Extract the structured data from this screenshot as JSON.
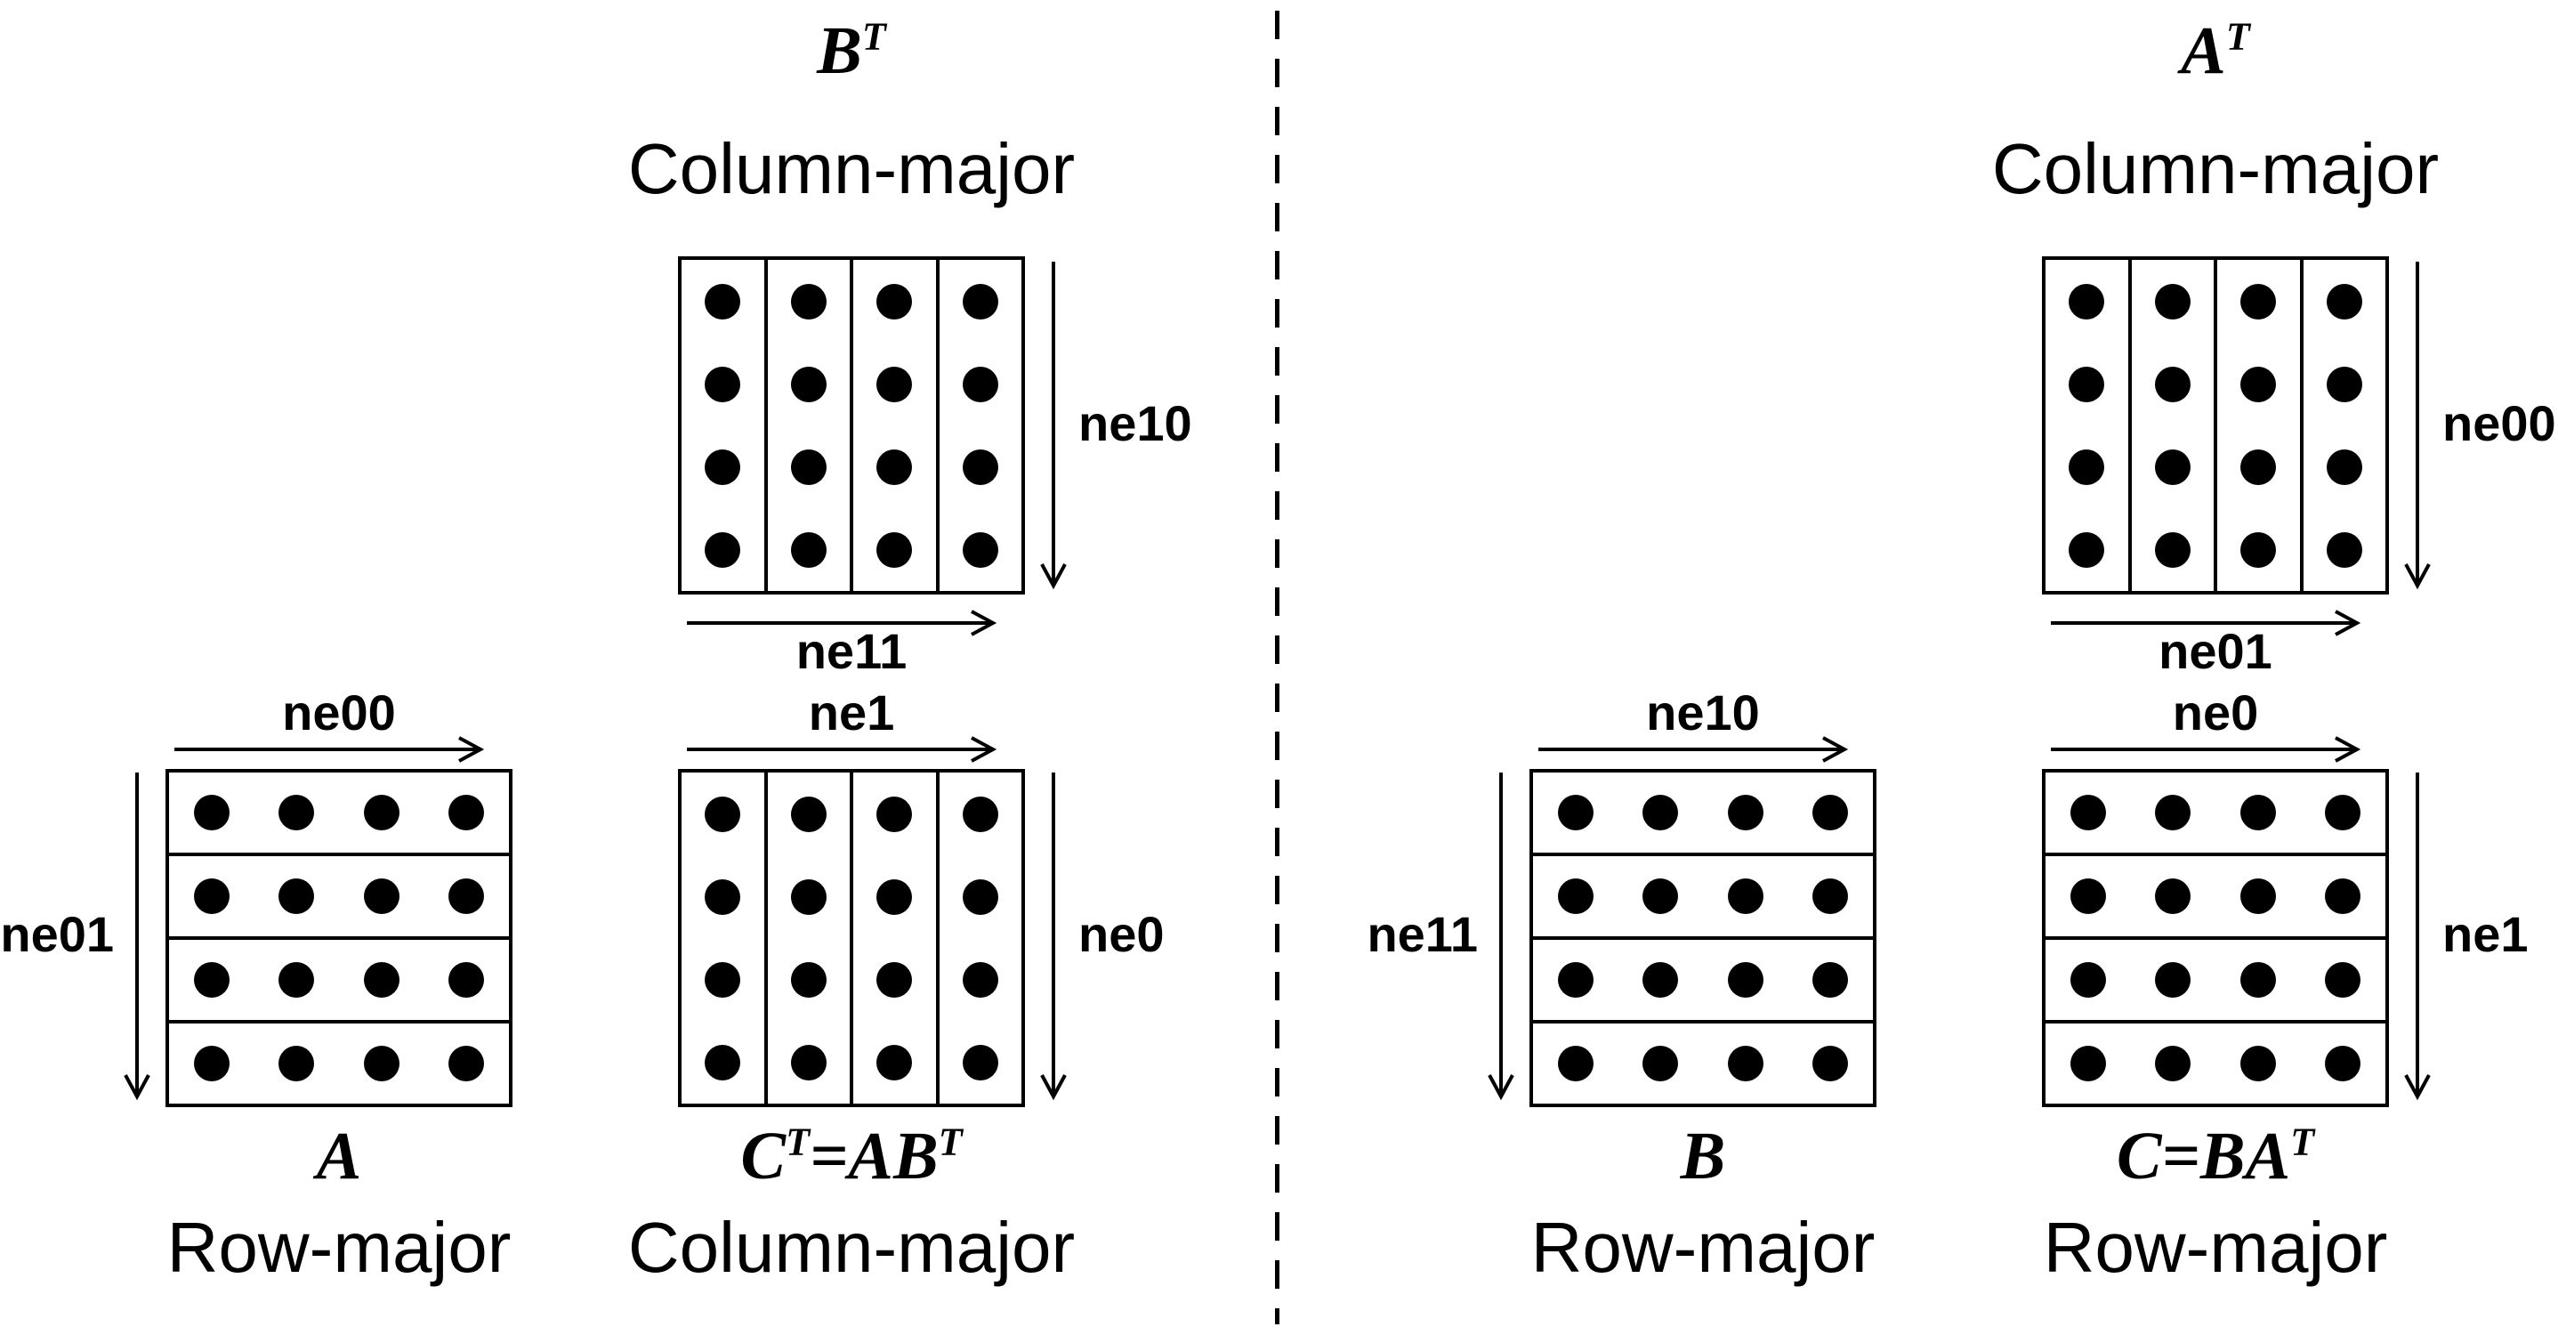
{
  "colors": {
    "ink": "#000000",
    "background": "#ffffff"
  },
  "left_panel": {
    "bt": {
      "title": [
        {
          "text": "B"
        },
        {
          "text": "T",
          "sup": true
        }
      ],
      "subtitle": "Column-major",
      "orientation": "column",
      "rows": 4,
      "cols": 4,
      "axis_right": "ne10",
      "axis_bottom": "ne11"
    },
    "a": {
      "title": [
        {
          "text": "A"
        }
      ],
      "subtitle": "Row-major",
      "orientation": "row",
      "rows": 4,
      "cols": 4,
      "axis_top": "ne00",
      "axis_left": "ne01"
    },
    "ct": {
      "title": [
        {
          "text": "C"
        },
        {
          "text": "T",
          "sup": true
        },
        {
          "text": "=AB"
        },
        {
          "text": "T",
          "sup": true
        }
      ],
      "subtitle": "Column-major",
      "orientation": "column",
      "rows": 4,
      "cols": 4,
      "axis_top": "ne1",
      "axis_right": "ne0"
    }
  },
  "right_panel": {
    "at": {
      "title": [
        {
          "text": "A"
        },
        {
          "text": "T",
          "sup": true
        }
      ],
      "subtitle": "Column-major",
      "orientation": "column",
      "rows": 4,
      "cols": 4,
      "axis_right": "ne00",
      "axis_bottom": "ne01"
    },
    "b": {
      "title": [
        {
          "text": "B"
        }
      ],
      "subtitle": "Row-major",
      "orientation": "row",
      "rows": 4,
      "cols": 4,
      "axis_top": "ne10",
      "axis_left": "ne11"
    },
    "c": {
      "title": [
        {
          "text": "C=BA"
        },
        {
          "text": "T",
          "sup": true
        }
      ],
      "subtitle": "Row-major",
      "orientation": "row",
      "rows": 4,
      "cols": 4,
      "axis_top": "ne0",
      "axis_right": "ne1"
    }
  }
}
